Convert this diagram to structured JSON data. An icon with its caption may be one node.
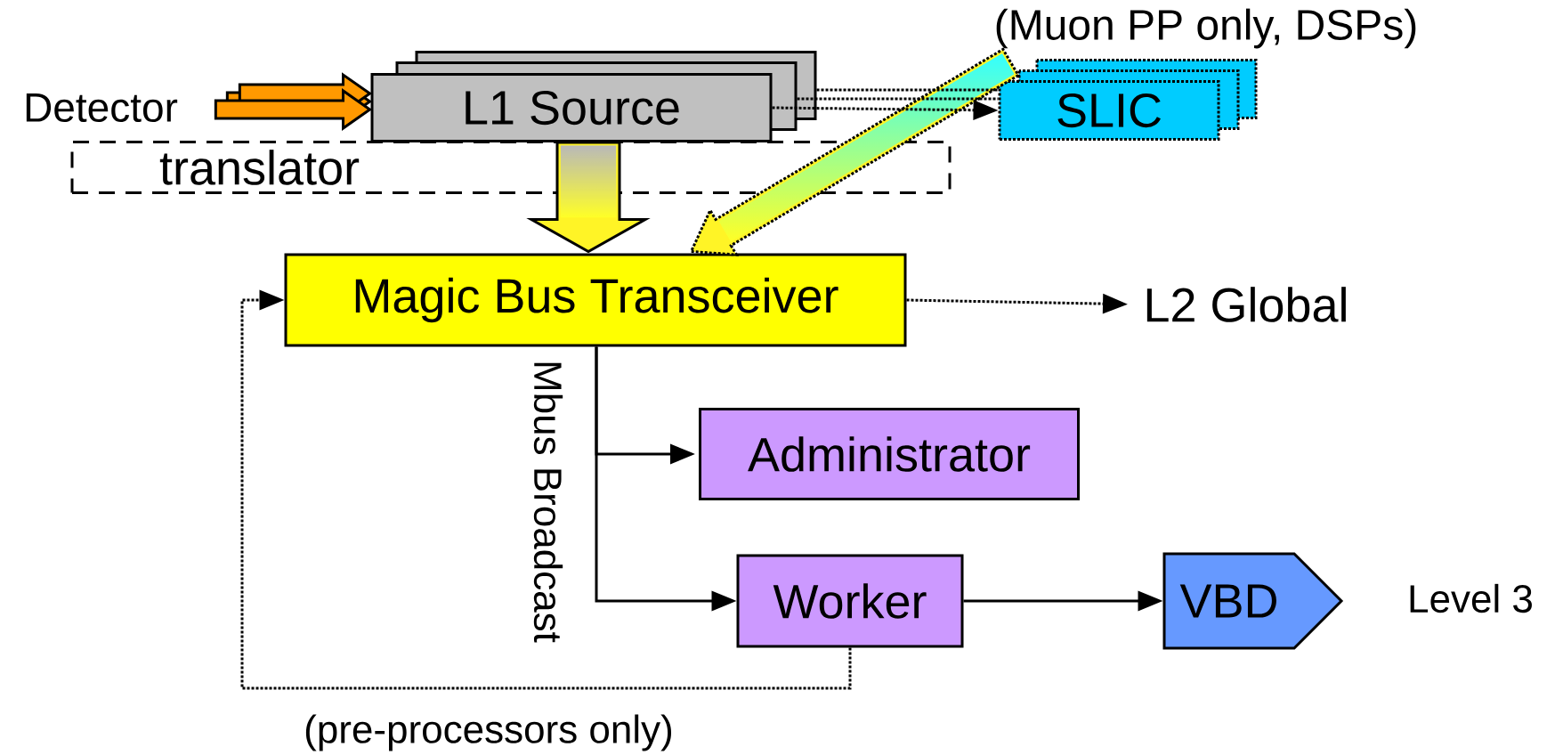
{
  "diagram": {
    "nodes": [
      {
        "text": [
          "Detector"
        ]
      },
      {
        "text": [
          "L1 Source"
        ]
      },
      {
        "text": [
          "translator"
        ]
      },
      {
        "text": [
          "SLIC"
        ]
      },
      {
        "text": [
          "Magic Bus Transceiver"
        ]
      },
      {
        "text": [
          "L2 Global"
        ]
      },
      {
        "text": [
          "Administrator"
        ]
      },
      {
        "text": [
          "Worker"
        ]
      },
      {
        "text": [
          "VBD"
        ]
      }
    ],
    "edges": [
      {
        "from": 0,
        "to": 1,
        "arrow": "to",
        "style": "thick",
        "color": "#ff9900"
      },
      {
        "from": 1,
        "to": 3,
        "arrow": "to",
        "style": "dashed"
      },
      {
        "from": 1,
        "to": 3,
        "arrow": "none",
        "style": "dashed"
      },
      {
        "from": 1,
        "to": 3,
        "arrow": "none",
        "style": "dashed"
      },
      {
        "from": 1,
        "to": 4,
        "arrow": "to",
        "style": "thick"
      },
      {
        "from": 3,
        "to": 4,
        "arrow": "to",
        "style": "thick"
      },
      {
        "from": 4,
        "to": 5,
        "arrow": "to",
        "style": "dashed"
      },
      {
        "from": 4,
        "to": 6,
        "arrow": "to"
      },
      {
        "from": 4,
        "to": 7,
        "arrow": "to"
      },
      {
        "from": 7,
        "to": 8,
        "arrow": "to"
      },
      {
        "from": 7,
        "to": 4,
        "arrow": "to",
        "style": "dashed",
        "label": "(pre-processors only)"
      }
    ],
    "labels": [
      "(Muon PP only, DSPs)",
      "Mbus Broadcast",
      "Level 3"
    ]
  }
}
